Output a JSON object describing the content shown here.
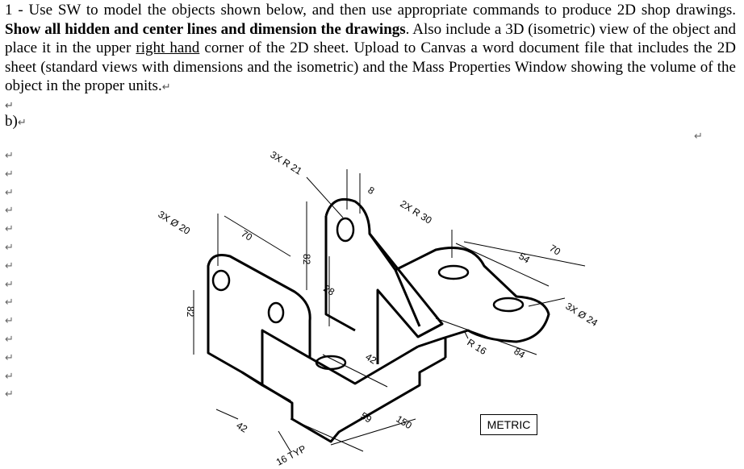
{
  "instructions": {
    "part1": "1 - Use SW to model the objects shown below, and then use appropriate commands to produce 2D shop drawings. ",
    "bold": "Show all hidden and center lines and dimension the drawings",
    "part2": ". Also include a 3D (isometric) view of the object and place it in the upper ",
    "underlined": "right hand",
    "part3": " corner of the 2D sheet. Upload to Canvas a word document file that includes the 2D sheet (standard views with dimensions and the isometric) and the Mass Properties Window showing the volume of the object in the proper units."
  },
  "return_mark": "↵",
  "part_label": "b)",
  "drawing": {
    "dims": {
      "r21": "3X R 21",
      "d20": "3X Ø 20",
      "d70a": "70",
      "d8": "8",
      "r30": "2X R 30",
      "d82a": "82",
      "d82b": "82",
      "d28": "28",
      "d54": "54",
      "d70b": "70",
      "d24": "3X Ø 24",
      "r16": "R 16",
      "d84": "84",
      "d42a": "42",
      "d59": "59",
      "d150": "150",
      "d42b": "42",
      "typ16": "16 TYP"
    },
    "metric_label": "METRIC"
  }
}
